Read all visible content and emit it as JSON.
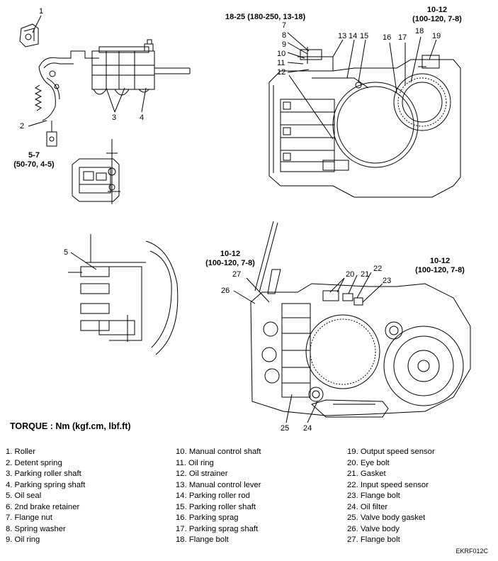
{
  "callouts": {
    "c1": "1",
    "c2": "2",
    "c3": "3",
    "c4": "4",
    "c5a": "5-7",
    "c5b": "5",
    "c7": "7",
    "c8": "8",
    "c9": "9",
    "c10": "10",
    "c11": "11",
    "c12": "12",
    "c13": "13",
    "c14": "14",
    "c15": "15",
    "c16": "16",
    "c17": "17",
    "c18": "18",
    "c19": "19",
    "c20": "20",
    "c21": "21",
    "c22": "22",
    "c23": "23",
    "c24": "24",
    "c25": "25",
    "c26": "26",
    "c27": "27"
  },
  "torques": {
    "t1_value": "18-25 (180-250, 13-18)",
    "t2_line1": "10-12",
    "t2_line2": "(100-120, 7-8)",
    "t3_line1": "5-7",
    "t3_line2": "(50-70, 4-5)",
    "t4_line1": "10-12",
    "t4_line2": "(100-120, 7-8)",
    "t5_line1": "10-12",
    "t5_line2": "(100-120, 7-8)"
  },
  "torque_heading": "TORQUE : Nm (kgf.cm, lbf.ft)",
  "legend": {
    "col1": [
      "1. Roller",
      "2. Detent spring",
      "3. Parking roller shaft",
      "4. Parking spring shaft",
      "5. Oil seal",
      "6. 2nd brake retainer",
      "7. Flange nut",
      "8. Spring washer",
      "9. Oil ring"
    ],
    "col2": [
      "10. Manual control shaft",
      "11. Oil ring",
      "12. Oil strainer",
      "13. Manual control lever",
      "14. Parking roller rod",
      "15. Parking roller shaft",
      "16. Parking sprag",
      "17. Parking sprag shaft",
      "18. Flange bolt"
    ],
    "col3": [
      "19. Output speed sensor",
      "20. Eye bolt",
      "21. Gasket",
      "22. Input speed sensor",
      "23. Flange bolt",
      "24. Oil filter",
      "25. Valve body gasket",
      "26. Valve body",
      "27. Flange bolt"
    ]
  },
  "figure_code": "EKRF012C"
}
